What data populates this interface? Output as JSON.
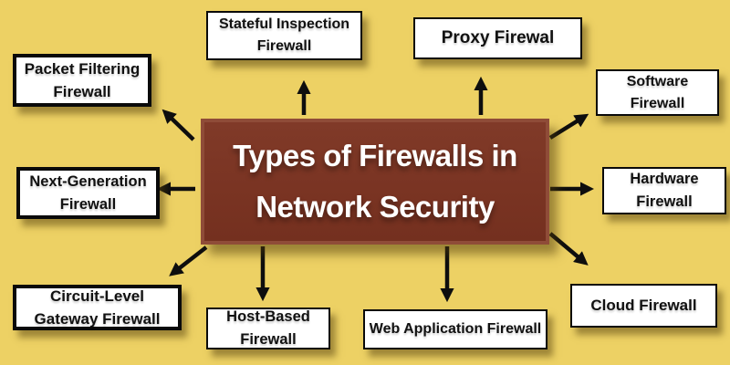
{
  "diagram": {
    "title": "Types of Firewalls in Network Security",
    "center": {
      "lines": [
        "Types of Firewalls in",
        "Network Security"
      ]
    },
    "nodes": [
      {
        "id": "stateful-inspection-firewall",
        "lines": [
          "Stateful Inspection",
          "Firewall"
        ]
      },
      {
        "id": "proxy-firewall",
        "lines": [
          "Proxy Firewal"
        ]
      },
      {
        "id": "packet-filtering-firewall",
        "lines": [
          "Packet Filtering",
          "Firewall"
        ]
      },
      {
        "id": "software-firewall",
        "lines": [
          "Software",
          "Firewall"
        ]
      },
      {
        "id": "next-generation-firewall",
        "lines": [
          "Next-Generation",
          "Firewall"
        ]
      },
      {
        "id": "hardware-firewall",
        "lines": [
          "Hardware",
          "Firewall"
        ]
      },
      {
        "id": "circuit-level-gateway-firewall",
        "lines": [
          "Circuit-Level",
          "Gateway Firewall"
        ]
      },
      {
        "id": "host-based-firewall",
        "lines": [
          "Host-Based",
          "Firewall"
        ]
      },
      {
        "id": "web-application-firewall",
        "lines": [
          "Web Application Firewall"
        ]
      },
      {
        "id": "cloud-firewall",
        "lines": [
          "Cloud Firewall"
        ]
      }
    ],
    "colors": {
      "background": "#EDD164",
      "center_fill": "#7A3423",
      "center_border": "#8F4C38",
      "center_text": "#FFFFFF",
      "node_fill": "#FFFFFF",
      "node_border": "#0A0A0A",
      "node_text": "#111111",
      "arrow": "#0E0E0E"
    }
  }
}
